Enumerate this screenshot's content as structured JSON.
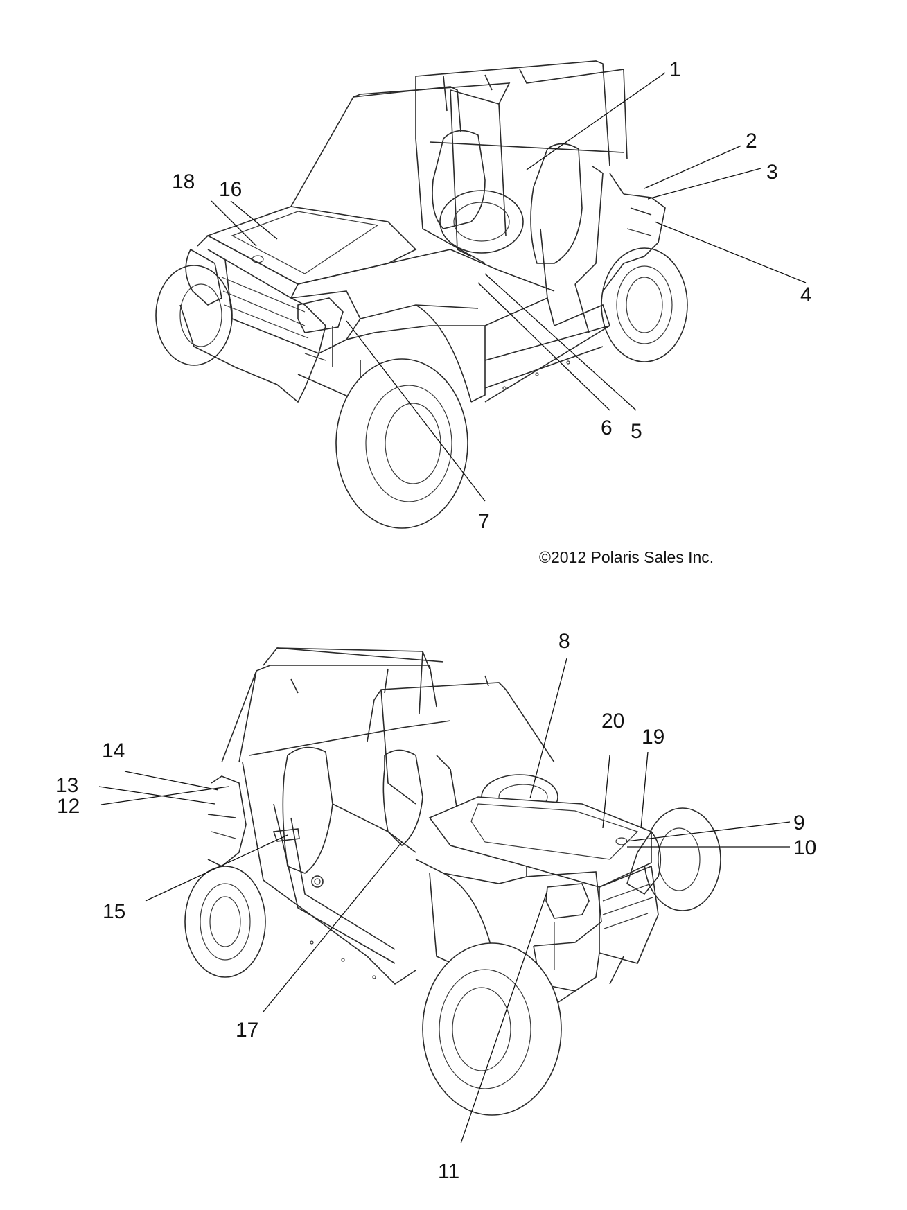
{
  "copyright": "©2012 Polaris Sales Inc.",
  "top_view": {
    "callouts": [
      "1",
      "2",
      "3",
      "4",
      "5",
      "6",
      "7",
      "16",
      "18"
    ]
  },
  "bottom_view": {
    "callouts": [
      "8",
      "9",
      "10",
      "11",
      "12",
      "13",
      "14",
      "15",
      "17",
      "19",
      "20"
    ]
  }
}
